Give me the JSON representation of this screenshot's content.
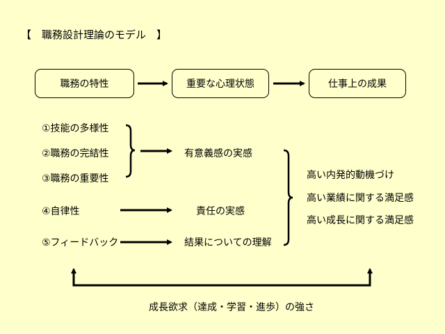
{
  "title": "【　職務設計理論のモデル　】",
  "top_boxes": [
    "職務の特性",
    "重要な心理状態",
    "仕事上の成果"
  ],
  "job_characteristics": [
    "①技能の多様性",
    "②職務の完結性",
    "③職務の重要性",
    "④自律性",
    "⑤フィードバック"
  ],
  "psychological_states": [
    "有意義感の実感",
    "責任の実感",
    "結果についての理解"
  ],
  "outcomes": [
    "高い内発的動機づけ",
    "高い業績に関する満足感",
    "高い成長に関する満足感"
  ],
  "moderator": "成長欲求（達成・学習・進歩）の強さ"
}
